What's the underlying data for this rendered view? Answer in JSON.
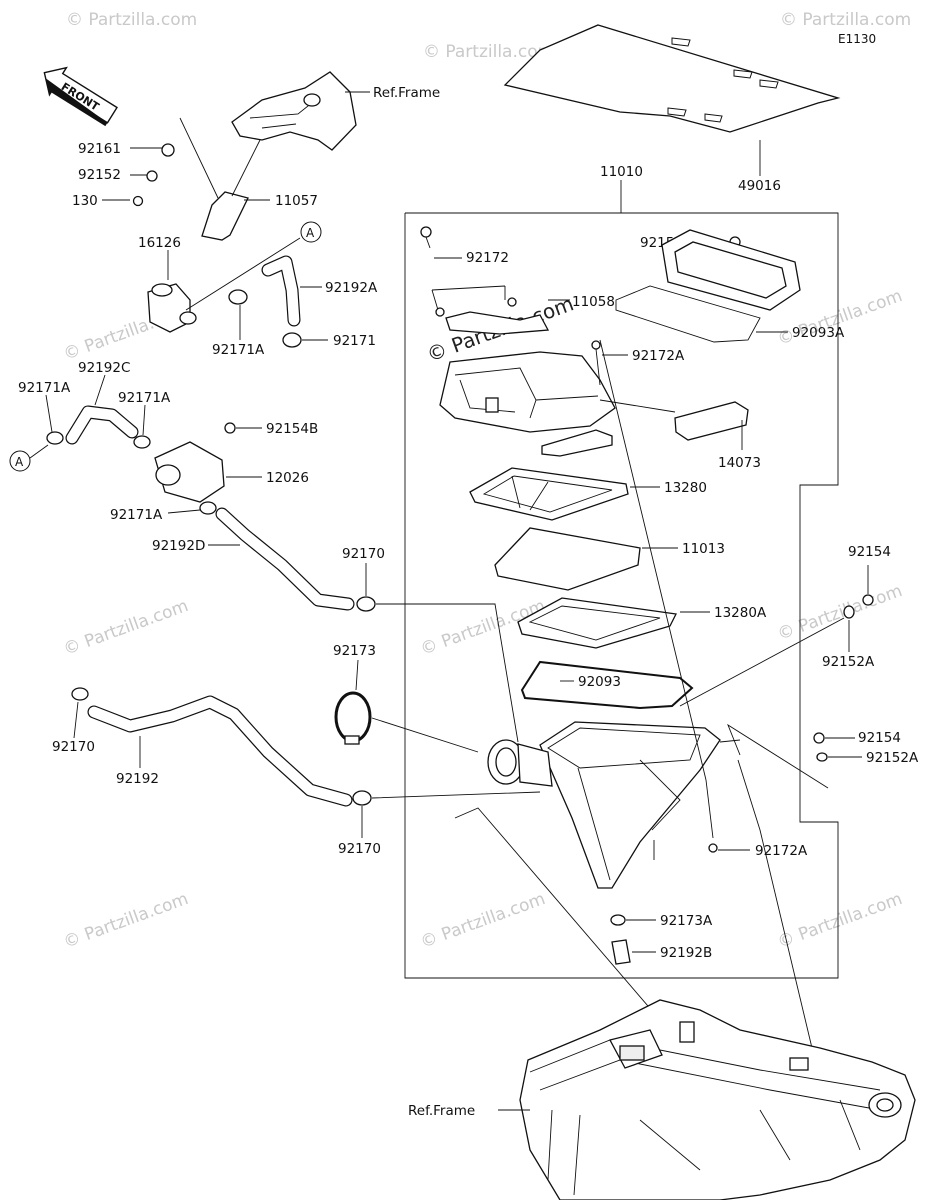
{
  "diagram_code": "E1130",
  "front_label": "FRONT",
  "watermark": "© Partzilla.com",
  "reference_circle": "A",
  "ref_frame_label": "Ref.Frame",
  "parts": {
    "p49016": "49016",
    "p11010": "11010",
    "p11057": "11057",
    "p92161": "92161",
    "p92152": "92152",
    "p130": "130",
    "p16126": "16126",
    "p92192A": "92192A",
    "p92171A_1": "92171A",
    "p92171": "92171",
    "p92192C": "92192C",
    "p92171A_2": "92171A",
    "p92171A_3": "92171A",
    "p92154B": "92154B",
    "p12026": "12026",
    "p92171A_4": "92171A",
    "p92192D": "92192D",
    "p92170_1": "92170",
    "p92173": "92173",
    "p92170_2": "92170",
    "p92192": "92192",
    "p92170_3": "92170",
    "p92154A": "92154A",
    "p92172": "92172",
    "p11058": "11058",
    "p92093A": "92093A",
    "p92172A_1": "92172A",
    "p14073": "14073",
    "p13280": "13280",
    "p11013": "11013",
    "p13280A": "13280A",
    "p92093": "92093",
    "p92154_1": "92154",
    "p92152A_1": "92152A",
    "p92154_2": "92154",
    "p92152A_2": "92152A",
    "p92172A_2": "92172A",
    "p92173A": "92173A",
    "p92192B": "92192B"
  }
}
